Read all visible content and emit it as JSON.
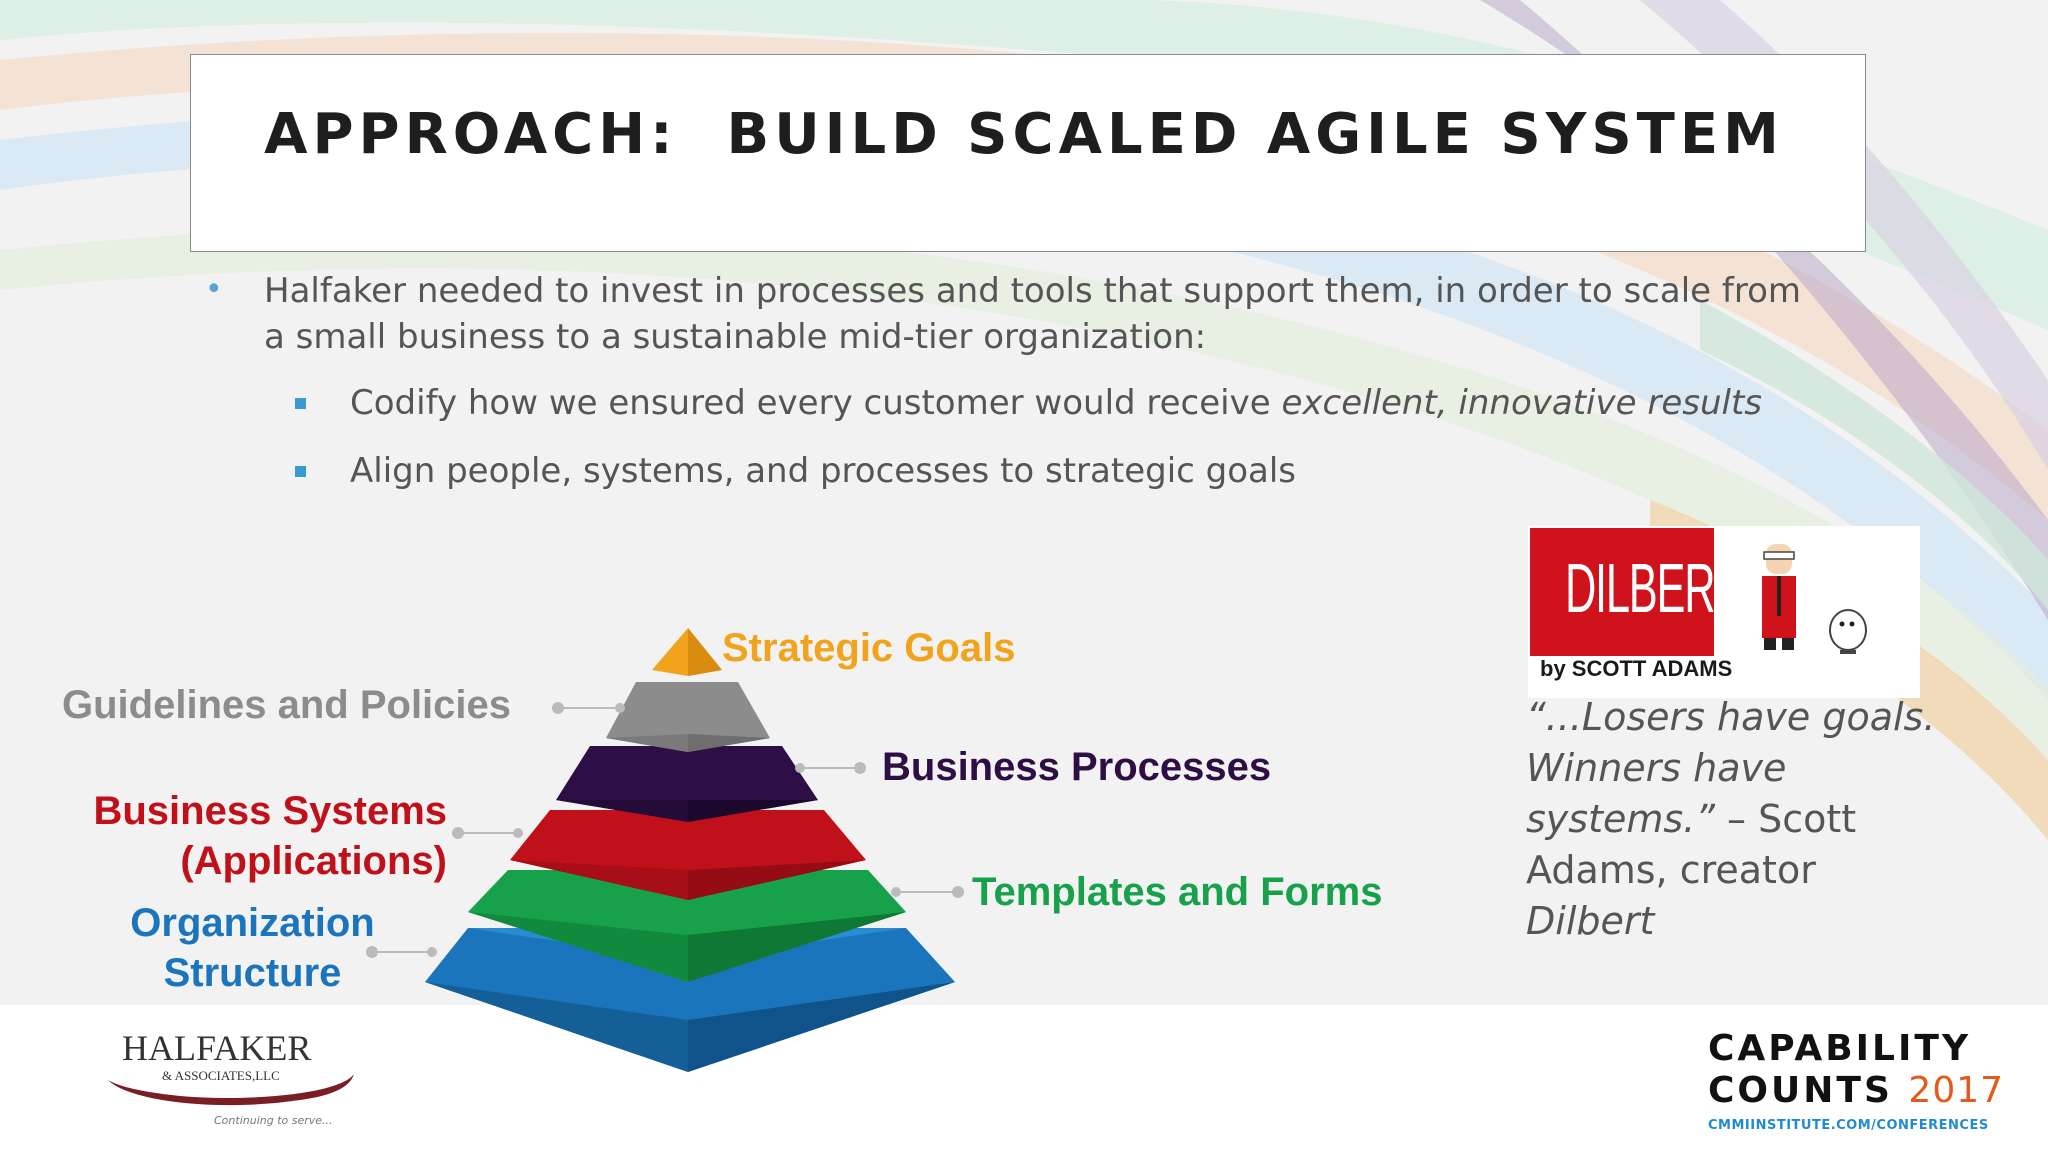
{
  "slide": {
    "title": "APPROACH:  BUILD SCALED AGILE SYSTEM",
    "bullets": {
      "main": "Halfaker needed to invest in processes and tools that support them, in order to scale from a small business to a sustainable mid-tier organization:",
      "sub1_plain": "Codify how we ensured every customer would receive ",
      "sub1_italic": "excellent, innovative results",
      "sub2": "Align people, systems, and processes to strategic goals"
    }
  },
  "pyramid": {
    "levels": [
      {
        "label": "Strategic Goals",
        "color": "#f2a31c"
      },
      {
        "label": "Guidelines and Policies",
        "color": "#8c8c8c"
      },
      {
        "label": "Business Processes",
        "color": "#2e0f45"
      },
      {
        "label": "Business Systems",
        "label2": "(Applications)",
        "color": "#c0101a"
      },
      {
        "label": "Templates and Forms",
        "color": "#16a14a"
      },
      {
        "label": "Organization",
        "label2": "Structure",
        "color": "#1b75bc"
      }
    ]
  },
  "dilbert": {
    "logo_text": "DILBERT",
    "byline": "by SCOTT ADAMS",
    "quote_italic": "“...Losers have goals. Winners have systems.”",
    "quote_plain": " – Scott Adams, creator ",
    "quote_italic2": "Dilbert"
  },
  "footer": {
    "halfaker_name": "HALFAKER",
    "halfaker_sub": "& ASSOCIATES,LLC",
    "halfaker_tagline": "Continuing to serve...",
    "cap_line1": "CAPABILITY",
    "cap_line2": "COUNTS",
    "cap_year": "2017",
    "cap_url": "CMMIINSTITUTE.COM/CONFERENCES"
  },
  "colors": {
    "accent_blue": "#3a9bd0",
    "body_text": "#555555",
    "red": "#c0101a",
    "purple": "#2e0f45",
    "green": "#16a14a",
    "blue": "#1b75bc",
    "gold": "#f2a31c",
    "grey": "#8c8c8c"
  }
}
